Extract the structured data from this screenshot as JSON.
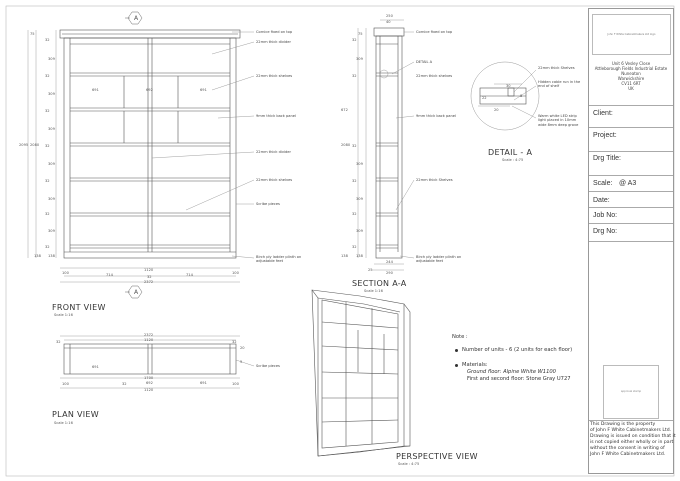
{
  "views": {
    "front": {
      "title": "FRONT  VIEW",
      "scale": "Scale 1:16"
    },
    "section": {
      "title": "SECTION A-A",
      "scale": "Scale 1:16"
    },
    "detail": {
      "title": "DETAIL - A",
      "scale": "Scale : 4:75"
    },
    "plan": {
      "title": "PLAN VIEW",
      "scale": "Scale 1:16"
    },
    "perspective": {
      "title": "PERSPECTIVE VIEW",
      "scale": "Scale : 4:75"
    }
  },
  "section_markers": [
    "A",
    "A"
  ],
  "annotations": {
    "cornice": "Cornice fixed on top",
    "divider_top": "22mm thick divider",
    "shelves_front": "22mm thick shelves",
    "back_panel": "9mm thick back panel",
    "divider_mid": "22mm thick divider",
    "shelves_lower": "22mm thick shelves",
    "scribe_front": "Scribe pieces",
    "plinth_front": "Birch ply ladder plinth on adjustable feet",
    "cornice_section": "Cornice fixed on top",
    "detail_ref": "DETAIL A",
    "shelves_section": "22mm thick shelves",
    "back_section": "9mm thick back panel",
    "shelves_section_lower": "22mm thick Shelves",
    "plinth_section": "Birch ply ladder plinth on adjustable feet",
    "detail_shelves": "22mm thick Shelves",
    "detail_cable": "Hidden cable run in the end of shelf",
    "detail_led": "Warm white LED strip light placed in 10mm wide 8mm deep grove",
    "scribe_plan": "Scribe pieces"
  },
  "dimensions": {
    "front_left": [
      "75",
      "32",
      "309",
      "32",
      "309",
      "32",
      "309",
      "32",
      "309",
      "32",
      "309",
      "32",
      "309",
      "32",
      "138"
    ],
    "front_totals": [
      "2095",
      "2080"
    ],
    "front_shelf_widths": [
      "691",
      "692",
      "691"
    ],
    "front_bottom": [
      "100",
      "32",
      "32",
      "100"
    ],
    "front_bays": [
      "714",
      "714"
    ],
    "front_overall": [
      "1120",
      "2372"
    ],
    "section_top": [
      "250",
      "40"
    ],
    "section_left": [
      "75",
      "32",
      "309",
      "32",
      "32",
      "309",
      "32",
      "309",
      "32",
      "309",
      "32",
      "309",
      "32",
      "138"
    ],
    "section_totals": [
      "2080",
      "672"
    ],
    "section_bottom": [
      "244",
      "290",
      "20",
      "25"
    ],
    "detail_dims": [
      "30",
      "20",
      "8",
      "22"
    ],
    "plan_top": [
      "2372",
      "1120"
    ],
    "plan_side": [
      "32",
      "32",
      "244"
    ],
    "plan_widths": [
      "691",
      "692",
      "691"
    ],
    "plan_bottom": [
      "100",
      "32",
      "32",
      "100"
    ],
    "plan_total": [
      "1700",
      "1120"
    ],
    "plan_right": [
      "20",
      "5",
      "10"
    ]
  },
  "notes": {
    "heading": "Note :",
    "items": [
      "Number of units - 6 (2 units for each floor)",
      "Materials:"
    ],
    "materials": [
      "Ground floor: Alpine White W1100",
      "First and second floor: Stone Gray U727"
    ]
  },
  "title_block": {
    "logo_text": "John F White Cabinetmakers Ltd logo",
    "address": [
      "Unit 6 Vesley Close",
      "Attleborough Fields Industrial Estate",
      "Nuneaton",
      "Warwickshire",
      "CV11 6RT",
      "UK"
    ],
    "fields": [
      {
        "label": "Client:",
        "value": ""
      },
      {
        "label": "Project:",
        "value": ""
      },
      {
        "label": "Drg Title:",
        "value": ""
      },
      {
        "label": "Scale:",
        "value": "@ A3"
      },
      {
        "label": "Date:",
        "value": ""
      },
      {
        "label": "Job No:",
        "value": ""
      },
      {
        "label": "Drg No:",
        "value": ""
      }
    ],
    "stamp_text": "approval stamp",
    "disclaimer": [
      "This Drawing is the property",
      "of John F White Cabinetmakers Ltd.",
      "Drawing is issued on condition that it",
      "is not copied either wholly or in part",
      "without the consent in writing of",
      "John F White Cabinetmakers Ltd."
    ]
  }
}
